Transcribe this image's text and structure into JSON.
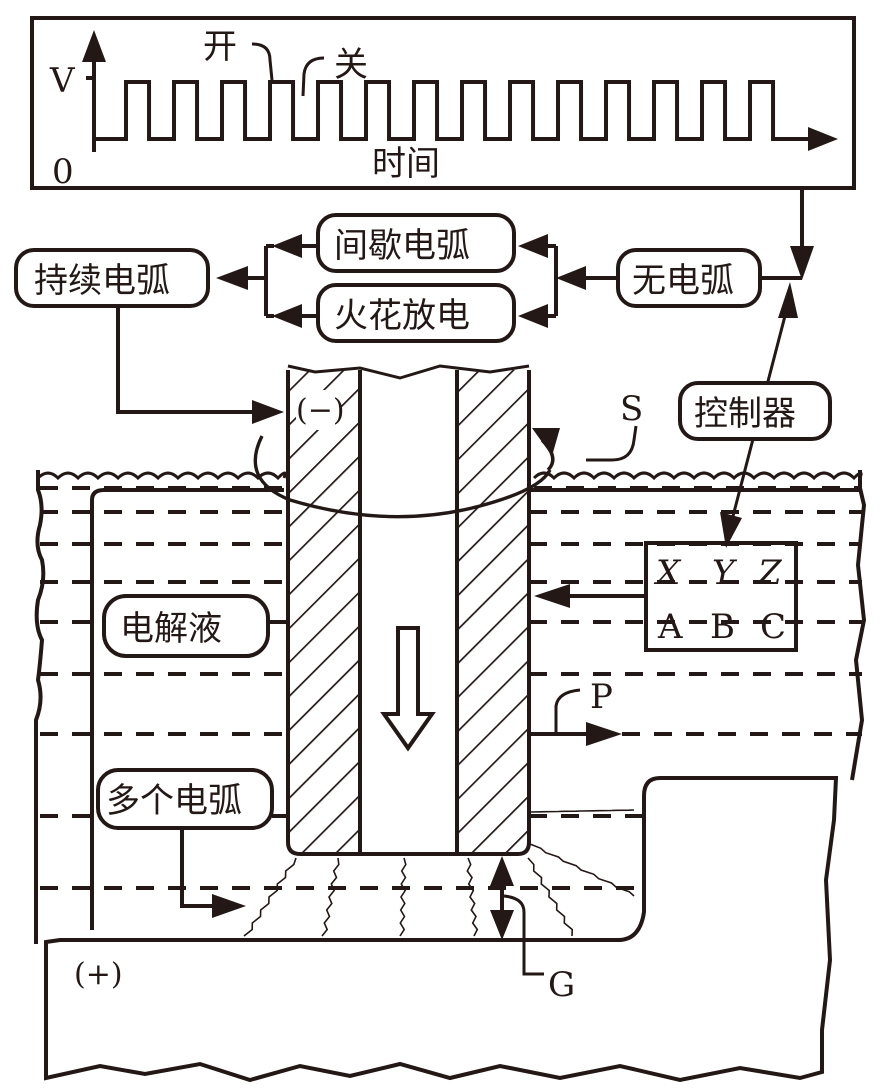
{
  "figure": {
    "type": "schematic",
    "subject": "electrochemical discharge / arc machining process"
  },
  "waveform_panel": {
    "y_axis_label": "V",
    "origin_label": "0",
    "x_axis_label": "时间",
    "on_label": "开",
    "off_label": "关",
    "pulse_count": 14
  },
  "flow": {
    "no_arc": "无电弧",
    "intermittent_arc": "间歇电弧",
    "spark_discharge": "火花放电",
    "continuous_arc": "持续电弧"
  },
  "controller": {
    "label": "控制器",
    "axes": [
      "X",
      "Y",
      "Z"
    ],
    "rotary_axes": [
      "A",
      "B",
      "C"
    ]
  },
  "labels": {
    "electrolyte": "电解液",
    "multiple_arcs": "多个电弧",
    "tool_polarity": "(−)",
    "workpiece_polarity": "(+)",
    "spindle_rotation": "S",
    "pressure": "P",
    "gap": "G"
  },
  "colors": {
    "ink": "#231815",
    "background": "#ffffff"
  }
}
